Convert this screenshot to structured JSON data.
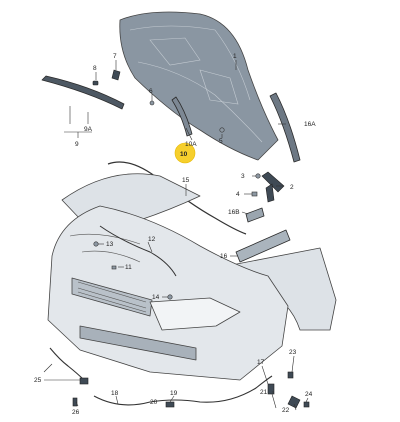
{
  "diagram": {
    "labels": {
      "l1": "1",
      "l2": "2",
      "l3": "3",
      "l4": "4",
      "l5": "5",
      "l6": "6",
      "l7": "7",
      "l8": "8",
      "l9": "9",
      "l9a": "9A",
      "l10": "10",
      "l10a": "10A",
      "l11": "11",
      "l12": "12",
      "l13": "13",
      "l14": "14",
      "l15": "15",
      "l16": "16",
      "l16a": "16A",
      "l16b": "16B",
      "l17": "17",
      "l18": "18",
      "l19": "19",
      "l20": "20",
      "l21": "21",
      "l22": "22",
      "l23": "23",
      "l24": "24",
      "l25": "25",
      "l26": "26"
    },
    "highlight_color": "#f6cf2d"
  }
}
